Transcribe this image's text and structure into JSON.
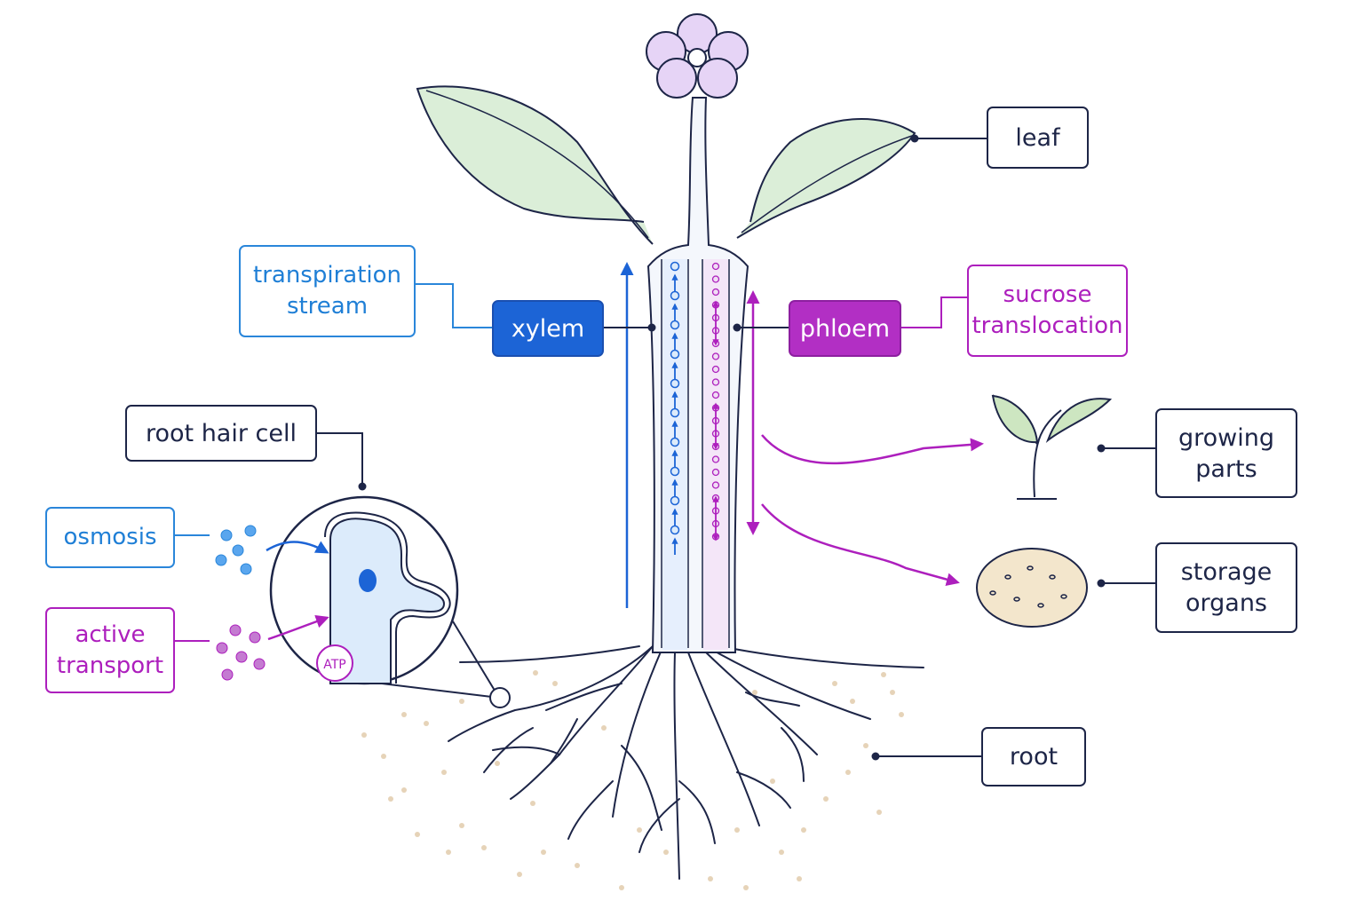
{
  "labels": {
    "leaf": "leaf",
    "transpiration_stream": [
      "transpiration",
      "stream"
    ],
    "xylem": "xylem",
    "phloem": "phloem",
    "sucrose_translocation": [
      "sucrose",
      "translocation"
    ],
    "root_hair_cell": "root hair cell",
    "osmosis": "osmosis",
    "active_transport": [
      "active",
      "transport"
    ],
    "growing_parts": [
      "growing",
      "parts"
    ],
    "storage_organs": [
      "storage",
      "organs"
    ],
    "root": "root",
    "atp": "ATP"
  },
  "colors": {
    "outline": "#1d2547",
    "xylem_blue": "#1c64d6",
    "phloem_purple": "#ad1fbd",
    "leaf_fill": "#dbeed8",
    "petal_fill": "#e6d4f6",
    "tuber_fill": "#f3e6cc",
    "soil_dot": "#e6d3b8"
  }
}
